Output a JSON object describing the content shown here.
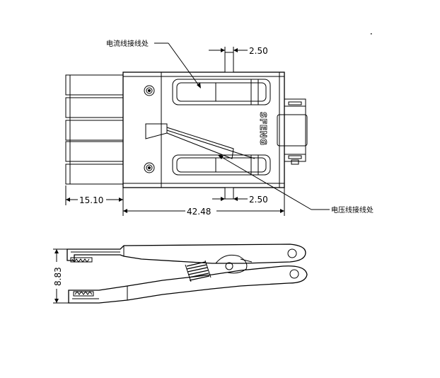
{
  "labels": {
    "current_terminal": "电流线接线处",
    "voltage_terminal": "电压线接线处",
    "brand": "SFENG"
  },
  "dimensions": {
    "pin_width_top": "2.50",
    "pin_width_bottom": "2.50",
    "body_length": "42.48",
    "tab_length": "15.10",
    "jaw_opening": "8.83"
  }
}
